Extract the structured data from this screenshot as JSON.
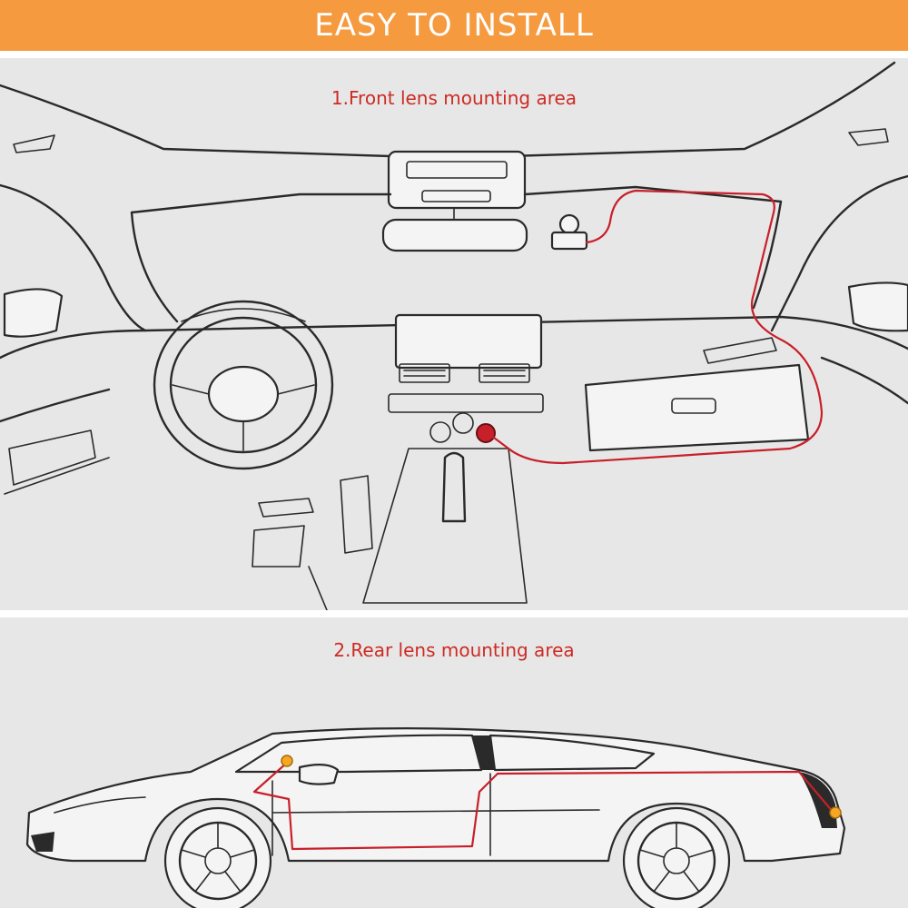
{
  "banner": {
    "title": "EASY TO INSTALL",
    "color": "#f59a3f"
  },
  "front_panel": {
    "caption": "1.Front lens mounting area"
  },
  "rear_panel": {
    "caption": "2.Rear lens mounting area"
  },
  "colors": {
    "wire": "#c8202a",
    "caption": "#cc2b25",
    "mount_point": "#f5a623",
    "panel_bg": "#e7e7e7"
  }
}
